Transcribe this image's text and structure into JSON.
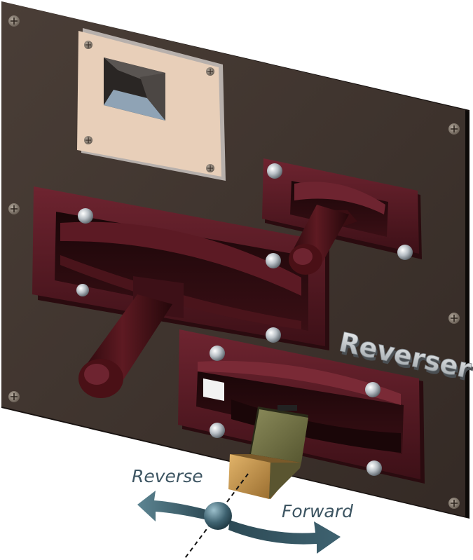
{
  "diagram": {
    "panel_title": "Reverser",
    "label_reverse": "Reverse",
    "label_forward": "Forward"
  },
  "colors": {
    "panel": "#3f342e",
    "panel_edge": "#1a1411",
    "maroon": "#5a1820",
    "maroon_dark": "#2e0b10",
    "handle": "#4a1016",
    "cream_plate": "#e8cfb9",
    "knob_gold": "#c09048",
    "knob_olive": "#6a6a3e",
    "arrow": "#3e6270",
    "label_text": "#3d5562",
    "title_silver": "#d7dadc"
  }
}
